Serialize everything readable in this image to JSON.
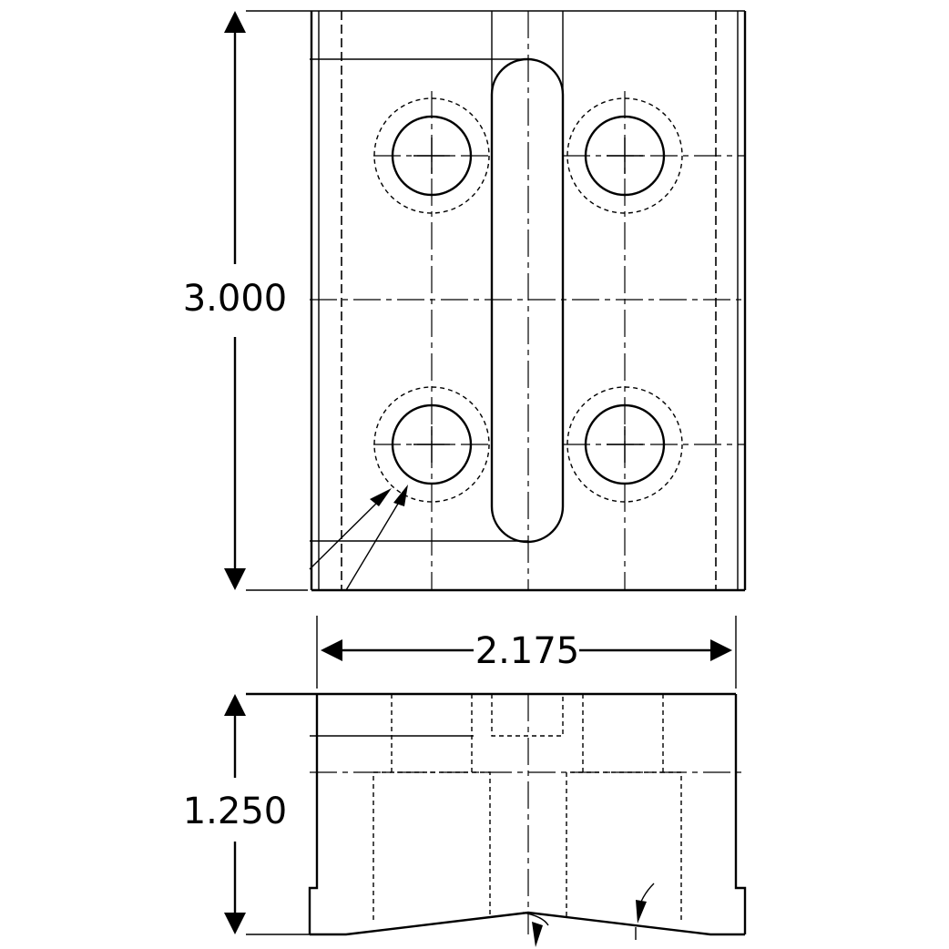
{
  "drawing": {
    "dimensions": {
      "height_top_view": "3.000",
      "width": "2.175",
      "height_front_view": "1.250"
    }
  }
}
